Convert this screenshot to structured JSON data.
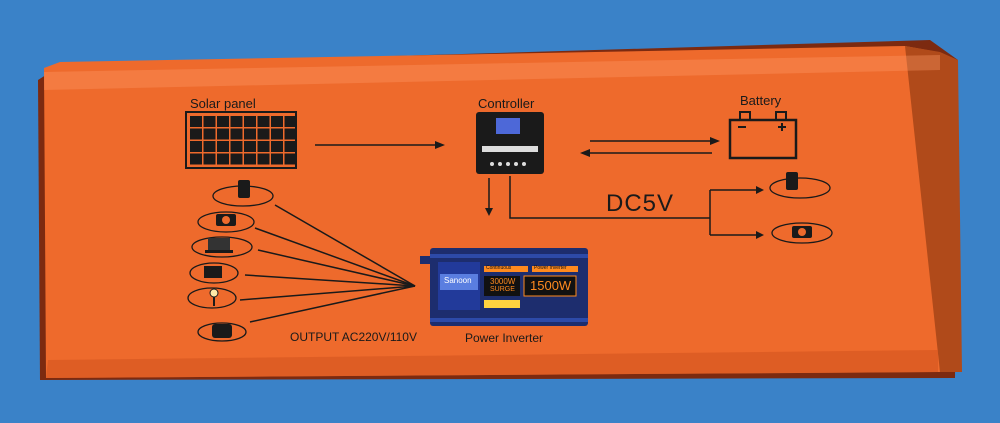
{
  "colors": {
    "background_blue": "#3a82c8",
    "box_orange": "#ee6a2c",
    "box_shadow": "#8b2e12",
    "ink": "#1a1a1a",
    "inverter_blue": "#1d2d6e",
    "inverter_orange": "#ff8a1f"
  },
  "labels": {
    "solar_panel": "Solar panel",
    "controller": "Controller",
    "battery": "Battery",
    "dc5v": "DC5V",
    "output": "OUTPUT AC220V/110V",
    "power_inverter": "Power Inverter"
  },
  "inverter_face": {
    "brand": "Sanoon",
    "continuous_label": "Continuous",
    "rating_power": "3000W",
    "rating_surge": "SURGE",
    "wattage": "1500W",
    "power_inverter_tag": "Power Inverter"
  },
  "icons": {
    "left_devices": [
      "phone-icon",
      "camera-icon",
      "laptop-icon",
      "tv-icon",
      "lamp-icon",
      "fan-icon"
    ],
    "right_devices": [
      "phone-icon",
      "camera-icon"
    ]
  }
}
